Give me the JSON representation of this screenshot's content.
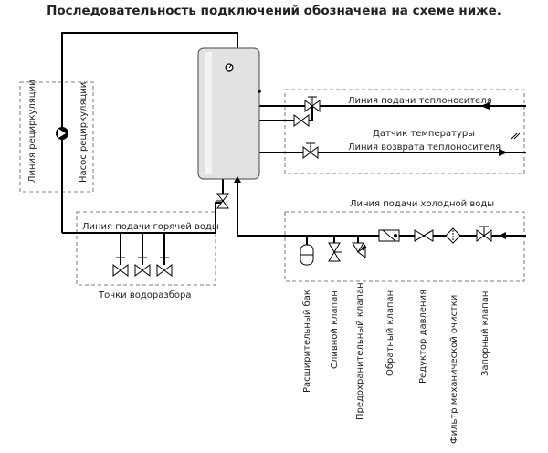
{
  "title": "Последовательность подключений обозначена на схеме ниже.",
  "labels": {
    "recirculation_line": "Линия рециркуляции",
    "recirculation_pump": "Насос рециркуляции",
    "coolant_supply": "Линия подачи теплоносителя",
    "temperature_sensor": "Датчик температуры",
    "coolant_return": "Линия возврата теплоносителя",
    "hot_water_supply": "Линия подачи горячей воды",
    "cold_water_supply": "Линия подачи холодной воды",
    "draw_off_points": "Точки водоразбора"
  },
  "components": [
    "Расширительный бак",
    "Сливной клапан",
    "Предохранительный клапан",
    "Обратный клапан",
    "Редуктор давления",
    "Фильтр механической очистки",
    "Запорный клапан"
  ]
}
